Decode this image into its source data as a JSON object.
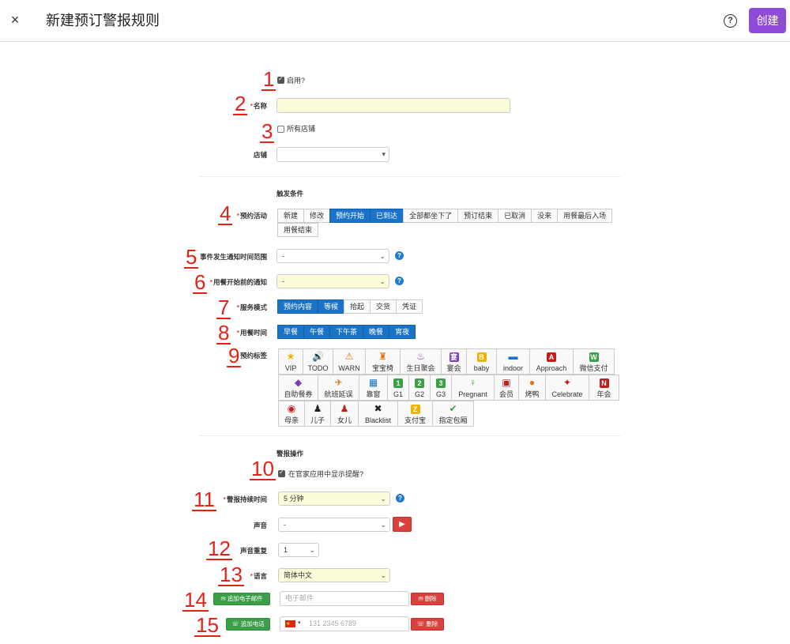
{
  "header": {
    "close": "×",
    "title": "新建预订警报规则",
    "help": "?",
    "create": "创建"
  },
  "annotations": [
    "1",
    "2",
    "3",
    "4",
    "5",
    "6",
    "7",
    "8",
    "9",
    "10",
    "11",
    "12",
    "13",
    "14",
    "15"
  ],
  "general": {
    "enabled_label": "启用?",
    "name_label": "名称",
    "all_stores_label": "所有店铺",
    "store_label": "店铺",
    "store_caret": "▾"
  },
  "trigger": {
    "heading": "触发条件",
    "activity_label": "预约活动",
    "activity_options": [
      {
        "label": "新建",
        "on": false
      },
      {
        "label": "修改",
        "on": false
      },
      {
        "label": "预约开始",
        "on": true
      },
      {
        "label": "已到达",
        "on": true
      },
      {
        "label": "全部都坐下了",
        "on": false
      },
      {
        "label": "预订结束",
        "on": false
      },
      {
        "label": "已取消",
        "on": false
      },
      {
        "label": "没来",
        "on": false
      },
      {
        "label": "用餐最后入场",
        "on": false
      },
      {
        "label": "用餐结束",
        "on": false
      }
    ],
    "event_range_label": "事件发生通知时间范围",
    "event_range_value": "-",
    "before_meal_label": "用餐开始前的通知",
    "before_meal_value": "-",
    "service_label": "服务模式",
    "service_options": [
      {
        "label": "预约内容",
        "on": true
      },
      {
        "label": "等候",
        "on": true
      },
      {
        "label": "拾起",
        "on": false
      },
      {
        "label": "交货",
        "on": false
      },
      {
        "label": "凭证",
        "on": false
      }
    ],
    "meal_label": "用餐时间",
    "meal_options": [
      {
        "label": "早餐",
        "on": true
      },
      {
        "label": "午餐",
        "on": true
      },
      {
        "label": "下午茶",
        "on": true
      },
      {
        "label": "晚餐",
        "on": true
      },
      {
        "label": "宵夜",
        "on": true
      }
    ],
    "tags_label": "预约标签",
    "tags": [
      {
        "label": "VIP",
        "icon": "★",
        "color": "#f0b400"
      },
      {
        "label": "TODO",
        "icon": "🔊",
        "color": "#f0b400"
      },
      {
        "label": "WARN",
        "icon": "⚠",
        "color": "#e8730c"
      },
      {
        "label": "宝宝椅",
        "icon": "♜",
        "color": "#e8730c"
      },
      {
        "label": "生日聚会",
        "icon": "♨",
        "color": "#7b3fb5"
      },
      {
        "label": "宴会",
        "icon": "宴",
        "color": "#7b3fb5"
      },
      {
        "label": "baby",
        "icon": "B",
        "color": "#f0b400"
      },
      {
        "label": "indoor",
        "icon": "▬",
        "color": "#1a73c8"
      },
      {
        "label": "Approach",
        "icon": "A",
        "color": "#c0201b"
      },
      {
        "label": "微信支付",
        "icon": "W",
        "color": "#3c9e47"
      },
      {
        "label": "自助餐券",
        "icon": "◆",
        "color": "#7b3fb5"
      },
      {
        "label": "航班延误",
        "icon": "✈",
        "color": "#e8730c"
      },
      {
        "label": "靠窗",
        "icon": "▦",
        "color": "#1a73c8"
      },
      {
        "label": "G1",
        "icon": "1",
        "color": "#3c9e47"
      },
      {
        "label": "G2",
        "icon": "2",
        "color": "#3c9e47"
      },
      {
        "label": "G3",
        "icon": "3",
        "color": "#3c9e47"
      },
      {
        "label": "Pregnant",
        "icon": "♀",
        "color": "#3c9e47"
      },
      {
        "label": "会员",
        "icon": "▣",
        "color": "#c0201b"
      },
      {
        "label": "烤鸭",
        "icon": "●",
        "color": "#e8730c"
      },
      {
        "label": "Celebrate",
        "icon": "✦",
        "color": "#c0201b"
      },
      {
        "label": "年会",
        "icon": "N",
        "color": "#c0201b"
      },
      {
        "label": "母亲",
        "icon": "◉",
        "color": "#c0201b"
      },
      {
        "label": "儿子",
        "icon": "♟",
        "color": "#222222"
      },
      {
        "label": "女儿",
        "icon": "♟",
        "color": "#c0201b"
      },
      {
        "label": "Blacklist",
        "icon": "✖",
        "color": "#222222"
      },
      {
        "label": "支付宝",
        "icon": "Z",
        "color": "#f0b400"
      },
      {
        "label": "指定包厢",
        "icon": "✔",
        "color": "#3c9e47"
      }
    ]
  },
  "alert": {
    "heading": "警报操作",
    "show_label": "在官家应用中显示提醒?",
    "duration_label": "警报持续时间",
    "duration_value": "5 分钟",
    "sound_label": "声音",
    "sound_value": "-",
    "repeat_label": "声音重复",
    "repeat_value": "1",
    "language_label": "语言",
    "language_value": "简体中文",
    "add_email": "追加电子邮件",
    "email_placeholder": "电子邮件",
    "delete": "删除",
    "add_phone": "追加电话",
    "phone_placeholder": "131 2345 6789"
  },
  "colors": {
    "accent": "#8d4bd8",
    "blue": "#1a73c8",
    "yellow_input": "#fdfcd9",
    "annotation": "#e2231a"
  }
}
